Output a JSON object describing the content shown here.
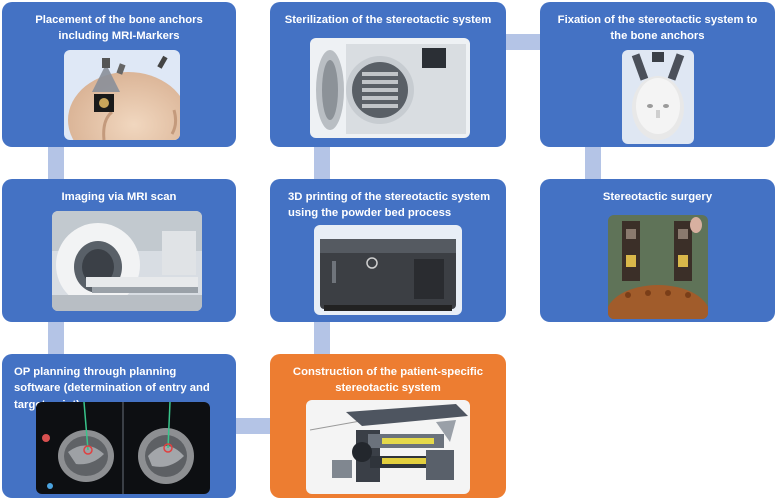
{
  "diagram": {
    "steps": [
      {
        "id": "placement",
        "title": "Placement of the bone anchors including MRI-Markers"
      },
      {
        "id": "imaging",
        "title": "Imaging via MRI scan"
      },
      {
        "id": "planning",
        "title": "OP planning through planning software (determination of entry and target point)"
      },
      {
        "id": "construction",
        "title": "Construction of the patient-specific stereotactic system"
      },
      {
        "id": "printing",
        "title": "3D printing of the stereotactic system using the powder bed process"
      },
      {
        "id": "sterilization",
        "title": "Sterilization of the stereotactic system"
      },
      {
        "id": "fixation",
        "title": "Fixation of the stereotactic system to the bone anchors"
      },
      {
        "id": "surgery",
        "title": "Stereotactic surgery"
      }
    ]
  },
  "colors": {
    "step_blue": "#4472c4",
    "step_highlight_orange": "#ed7d31",
    "connector": "#b4c4e6"
  }
}
